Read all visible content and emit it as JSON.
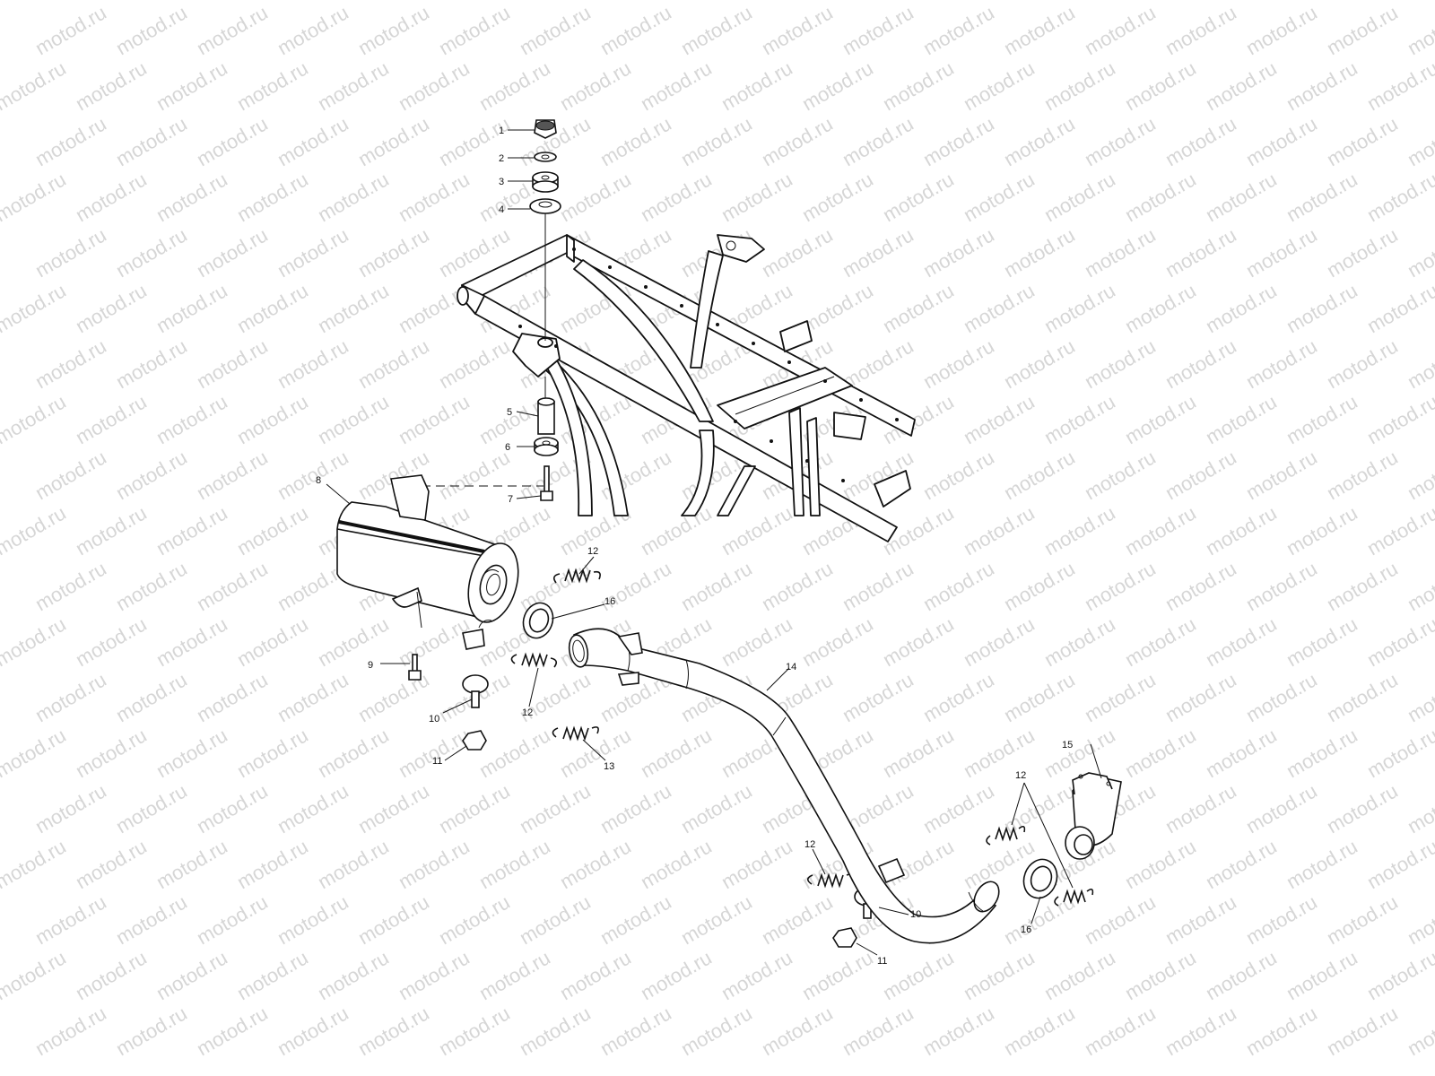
{
  "watermark": {
    "text": "motod.ru"
  },
  "callouts": [
    {
      "id": "c1",
      "label": "1"
    },
    {
      "id": "c2",
      "label": "2"
    },
    {
      "id": "c3",
      "label": "3"
    },
    {
      "id": "c4",
      "label": "4"
    },
    {
      "id": "c5",
      "label": "5"
    },
    {
      "id": "c6",
      "label": "6"
    },
    {
      "id": "c7",
      "label": "7"
    },
    {
      "id": "c8",
      "label": "8"
    },
    {
      "id": "c9",
      "label": "9"
    },
    {
      "id": "c10a",
      "label": "10"
    },
    {
      "id": "c10b",
      "label": "10"
    },
    {
      "id": "c11a",
      "label": "11"
    },
    {
      "id": "c11b",
      "label": "11"
    },
    {
      "id": "c12a",
      "label": "12"
    },
    {
      "id": "c12b",
      "label": "12"
    },
    {
      "id": "c12c",
      "label": "12"
    },
    {
      "id": "c12d",
      "label": "12"
    },
    {
      "id": "c13",
      "label": "13"
    },
    {
      "id": "c14",
      "label": "14"
    },
    {
      "id": "c15",
      "label": "15"
    },
    {
      "id": "c16a",
      "label": "16"
    },
    {
      "id": "c16b",
      "label": "16"
    }
  ]
}
